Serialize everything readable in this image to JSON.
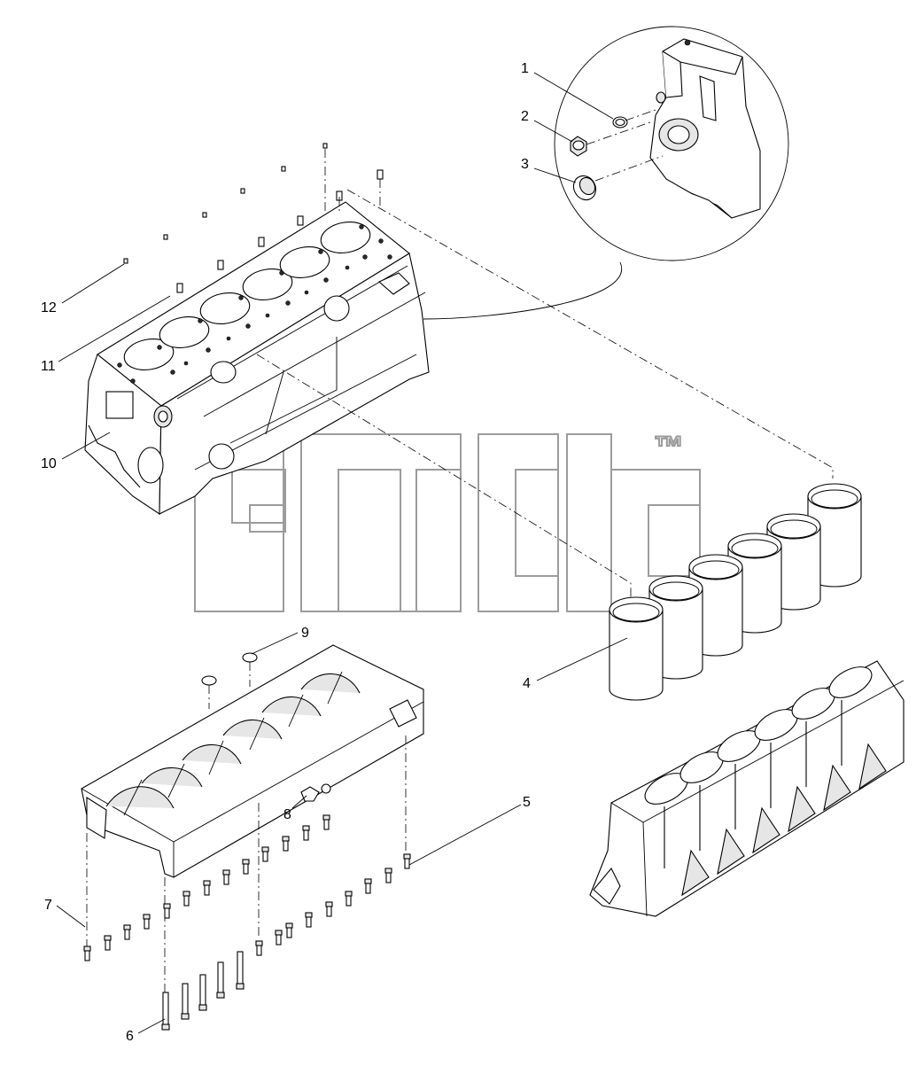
{
  "callouts": [
    {
      "id": "1",
      "label": "1"
    },
    {
      "id": "2",
      "label": "2"
    },
    {
      "id": "3",
      "label": "3"
    },
    {
      "id": "4",
      "label": "4"
    },
    {
      "id": "5",
      "label": "5"
    },
    {
      "id": "6",
      "label": "6"
    },
    {
      "id": "7",
      "label": "7"
    },
    {
      "id": "8",
      "label": "8"
    },
    {
      "id": "9",
      "label": "9"
    },
    {
      "id": "10",
      "label": "10"
    },
    {
      "id": "11",
      "label": "11"
    },
    {
      "id": "12",
      "label": "12"
    }
  ],
  "watermark": {
    "trademark": "™"
  },
  "colors": {
    "line": "#000000",
    "watermark": "#9c9c9c",
    "background": "#ffffff"
  }
}
